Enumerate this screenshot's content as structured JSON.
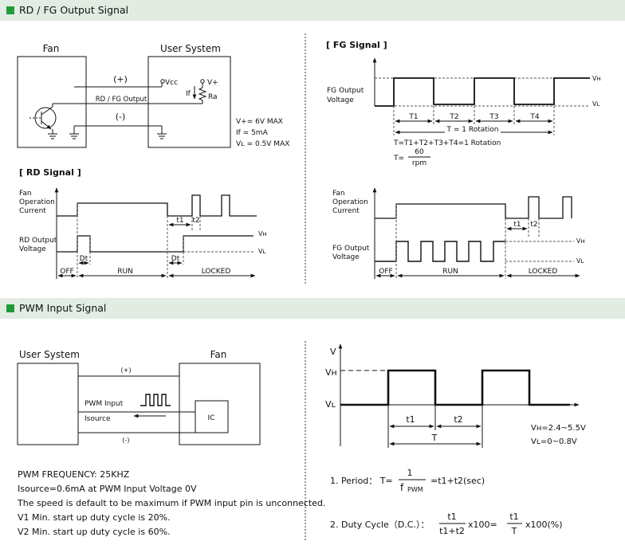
{
  "sections": [
    {
      "title": "RD / FG Output Signal"
    },
    {
      "title": "PWM Input Signal"
    }
  ],
  "colors": {
    "header_bg": "#e2ece2",
    "header_marker": "#1f9b3a"
  },
  "rd_fg_circuit": {
    "fan_label": "Fan",
    "user_system_label": "User System",
    "plus_label": "(+)",
    "minus_label": "(-)",
    "wire_label": "RD / FG Output",
    "vcc_label": "Vcc",
    "vplus_label": "V+",
    "if_label": "If",
    "ra_label": "Ra",
    "specs": [
      "V+= 6V MAX",
      "If   = 5mA",
      "Vʟ = 0.5V MAX"
    ]
  },
  "rd_signal": {
    "title": "[ RD Signal ]",
    "fan_current_label": [
      "Fan",
      "Operation",
      "Current"
    ],
    "output_label": [
      "RD Output",
      "Voltage"
    ],
    "vh": "Vʜ",
    "vl": "Vʟ",
    "t1": "t1",
    "t2": "t2",
    "dt": "Dt",
    "phases": [
      "OFF",
      "RUN",
      "LOCKED"
    ]
  },
  "fg_signal": {
    "title": "[ FG Signal ]",
    "output_label": [
      "FG Output",
      "Voltage"
    ],
    "vh": "Vʜ",
    "vl": "Vʟ",
    "periods": [
      "T1",
      "T2",
      "T3",
      "T4"
    ],
    "rotation": "T = 1 Rotation",
    "formula": "T=T1+T2+T3+T4=1 Rotation",
    "eq_lhs": "T=",
    "numerator": "60",
    "denominator": "rpm"
  },
  "fg_signal_2": {
    "fan_current_label": [
      "Fan",
      "Operation",
      "Current"
    ],
    "output_label": [
      "FG Output",
      "Voltage"
    ],
    "vh": "Vʜ",
    "vl": "Vʟ",
    "t1": "t1",
    "t2": "t2",
    "phases": [
      "OFF",
      "RUN",
      "LOCKED"
    ]
  },
  "pwm_circuit": {
    "user_system_label": "User System",
    "fan_label": "Fan",
    "plus_label": "(+)",
    "minus_label": "(-)",
    "pwm_input_label": "PWM Input",
    "isource_label": "Isource",
    "ic_label": "IC"
  },
  "pwm_notes": [
    "PWM FREQUENCY: 25KHZ",
    "Isource=0.6mA at PWM Input Voltage 0V",
    "The speed is default to be maximum if PWM input pin is unconnected.",
    "V1 Min. start up duty cycle is 20%.",
    "V2 Min. start up duty cycle is 60%."
  ],
  "pwm_wave": {
    "v_label": "V",
    "vh": "Vʜ",
    "vl": "Vʟ",
    "t1": "t1",
    "t2": "t2",
    "T": "T",
    "vh_range": "Vʜ=2.4~5.5V",
    "vl_range": "Vʟ=0~0.8V"
  },
  "formulas": {
    "period_label": "1. Period： T=",
    "period_num": "1",
    "period_den": "f",
    "period_den_sub": "PWM",
    "period_rhs": "=t1+t2(sec)",
    "duty_label": "2. Duty Cycle（D.C.）：",
    "duty_num1": "t1",
    "duty_den1": "t1+t2",
    "duty_mid": "x100=",
    "duty_num2": "t1",
    "duty_den2": "T",
    "duty_rhs": "x100(%)"
  }
}
